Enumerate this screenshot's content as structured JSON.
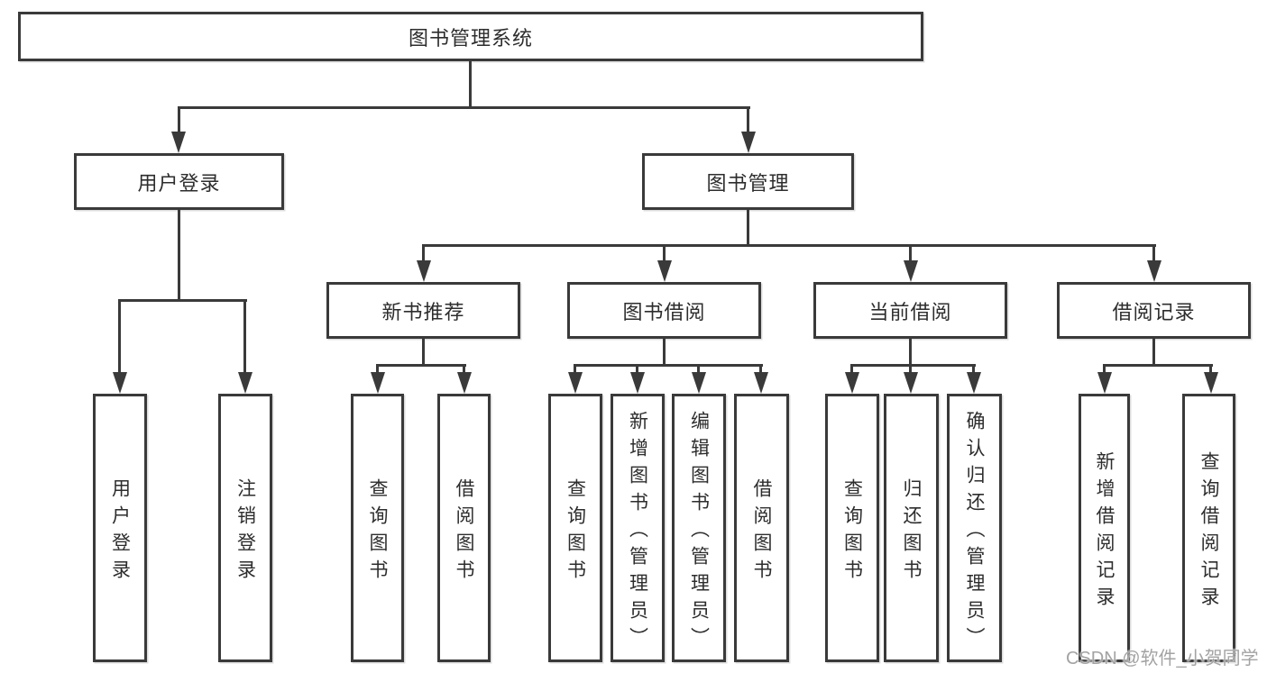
{
  "diagram": {
    "root": {
      "label": "图书管理系统"
    },
    "level2": {
      "user_login": {
        "label": "用户登录"
      },
      "book_mgmt": {
        "label": "图书管理"
      }
    },
    "level3": {
      "new_books": {
        "label": "新书推荐"
      },
      "borrowing": {
        "label": "图书借阅"
      },
      "current": {
        "label": "当前借阅"
      },
      "records": {
        "label": "借阅记录"
      }
    },
    "leaves": {
      "user_login": [
        "用户登录",
        "注销登录"
      ],
      "new_books": [
        "查询图书",
        "借阅图书"
      ],
      "borrowing": [
        "查询图书",
        "新增图书（管理员）",
        "编辑图书（管理员）",
        "借阅图书"
      ],
      "current": [
        "查询图书",
        "归还图书",
        "确认归还（管理员）"
      ],
      "records": [
        "新增借阅记录",
        "查询借阅记录"
      ]
    },
    "watermark": "CSDN @软件_小贺同学",
    "colors": {
      "line": "#3a3a3a",
      "text": "#2d2d2d",
      "watermark": "#a3a3a3",
      "background": "#ffffff"
    }
  }
}
